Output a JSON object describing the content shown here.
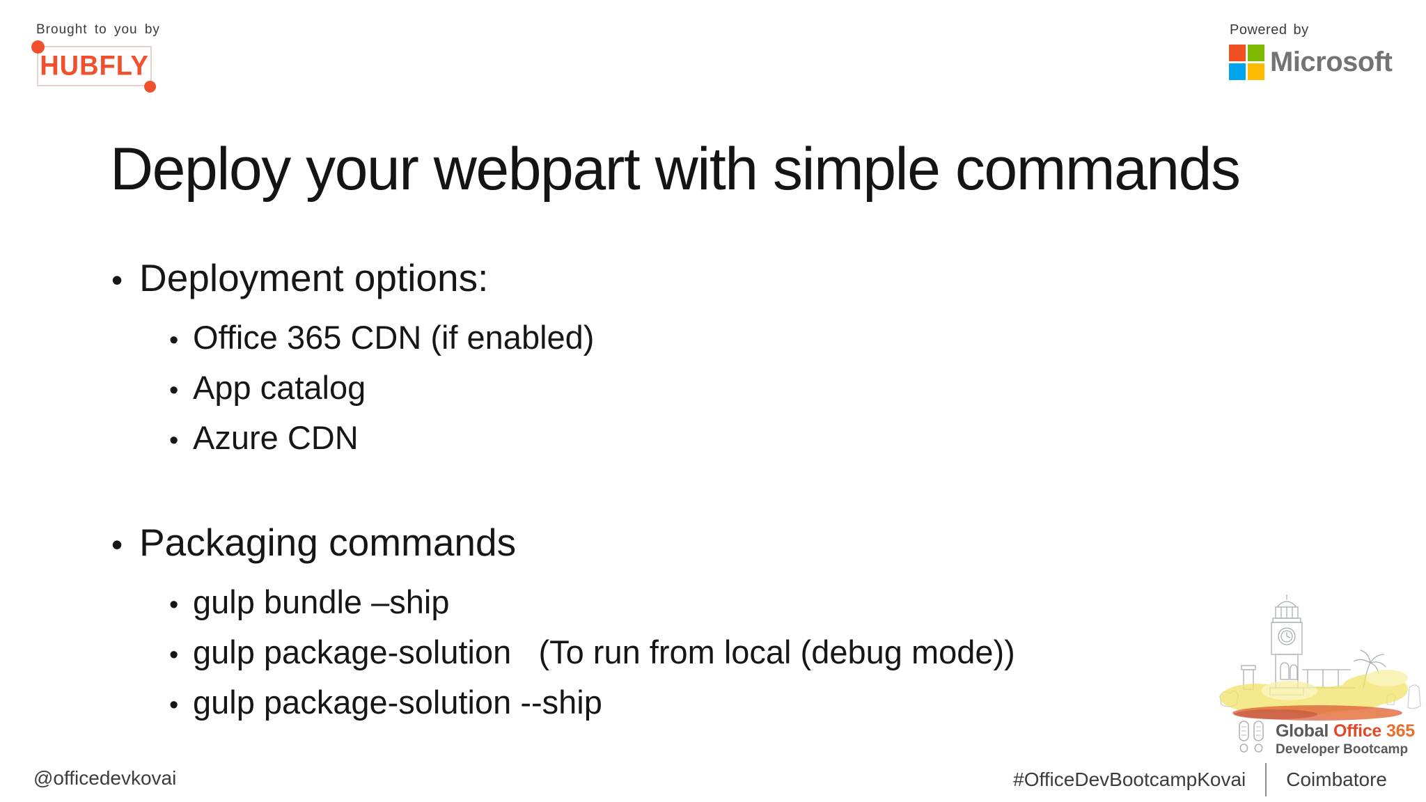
{
  "header": {
    "left": {
      "label": "Brought to you by",
      "logo_text": "HUBFLY"
    },
    "right": {
      "label": "Powered by",
      "logo_text": "Microsoft"
    }
  },
  "slide": {
    "title": "Deploy your webpart with simple commands",
    "bullet_char": "•",
    "bullets": [
      {
        "label": "Deployment options:",
        "sub": [
          "Office 365 CDN (if enabled)",
          "App catalog",
          "Azure CDN"
        ]
      },
      {
        "label": "Packaging commands",
        "sub": [
          "gulp bundle –ship",
          "gulp package-solution   (To run from local (debug mode))",
          "gulp package-solution --ship"
        ]
      }
    ]
  },
  "bootcamp": {
    "illustration_name": "coimbatore-clock-tower-watercolor",
    "footprints_icon": "footprints-icon",
    "brand_global": "Global",
    "brand_office": "Office",
    "brand_365": "365",
    "brand_line2": "Developer Bootcamp"
  },
  "footer": {
    "handle": "@officedevkovai",
    "hashtag": "#OfficeDevBootcampKovai",
    "location": "Coimbatore"
  },
  "colors": {
    "hubfly_orange": "#F0502E",
    "hubfly_box_border": "#E7D2CA",
    "ms_square_red": "#F25022",
    "ms_square_green": "#7FBA00",
    "ms_square_blue": "#00A4EF",
    "ms_square_yellow": "#FFB900",
    "ms_wordmark_gray": "#737373",
    "office365_orange": "#E2492A",
    "brand_gray": "#58595B",
    "body_text": "#161616",
    "footer_gray": "#3C3C3C",
    "illustration_line_gray": "#9AA0AB",
    "illustration_yellow": "#F2E268",
    "illustration_red": "#DD5130"
  }
}
